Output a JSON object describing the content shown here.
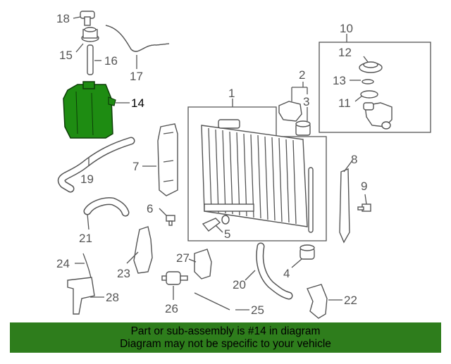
{
  "colors": {
    "highlight": "#1e8c12",
    "banner": "#2e7d1c",
    "line": "#555555"
  },
  "callouts": [
    "1",
    "2",
    "3",
    "4",
    "5",
    "6",
    "7",
    "8",
    "9",
    "10",
    "11",
    "12",
    "13",
    "14",
    "15",
    "16",
    "17",
    "18",
    "19",
    "20",
    "21",
    "22",
    "23",
    "24",
    "25",
    "26",
    "27",
    "28"
  ],
  "highlighted_part": "14",
  "banner": {
    "line1": "Part or sub-assembly is #14 in diagram",
    "line2": "Diagram may not be specific to your vehicle"
  }
}
